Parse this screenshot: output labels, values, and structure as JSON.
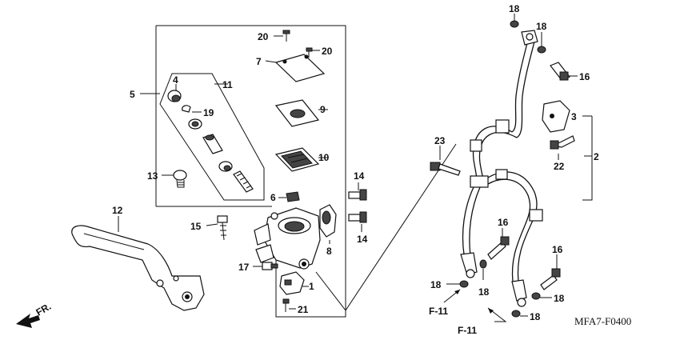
{
  "callouts": {
    "c1": "1",
    "c2": "2",
    "c3": "3",
    "c4": "4",
    "c5": "5",
    "c6": "6",
    "c7": "7",
    "c8": "8",
    "c9": "9",
    "c10": "10",
    "c11": "11",
    "c12": "12",
    "c13": "13",
    "c14a": "14",
    "c14b": "14",
    "c15": "15",
    "c16a": "16",
    "c16b": "16",
    "c16c": "16",
    "c17": "17",
    "c18a": "18",
    "c18b": "18",
    "c18c": "18",
    "c18d": "18",
    "c18e": "18",
    "c19": "19",
    "c20a": "20",
    "c20b": "20",
    "c21": "21",
    "c22": "22",
    "c23": "23"
  },
  "references": {
    "f11a": "F-11",
    "f11b": "F-11",
    "front_label": "FR."
  },
  "diagram_code": "MFA7-F0400"
}
